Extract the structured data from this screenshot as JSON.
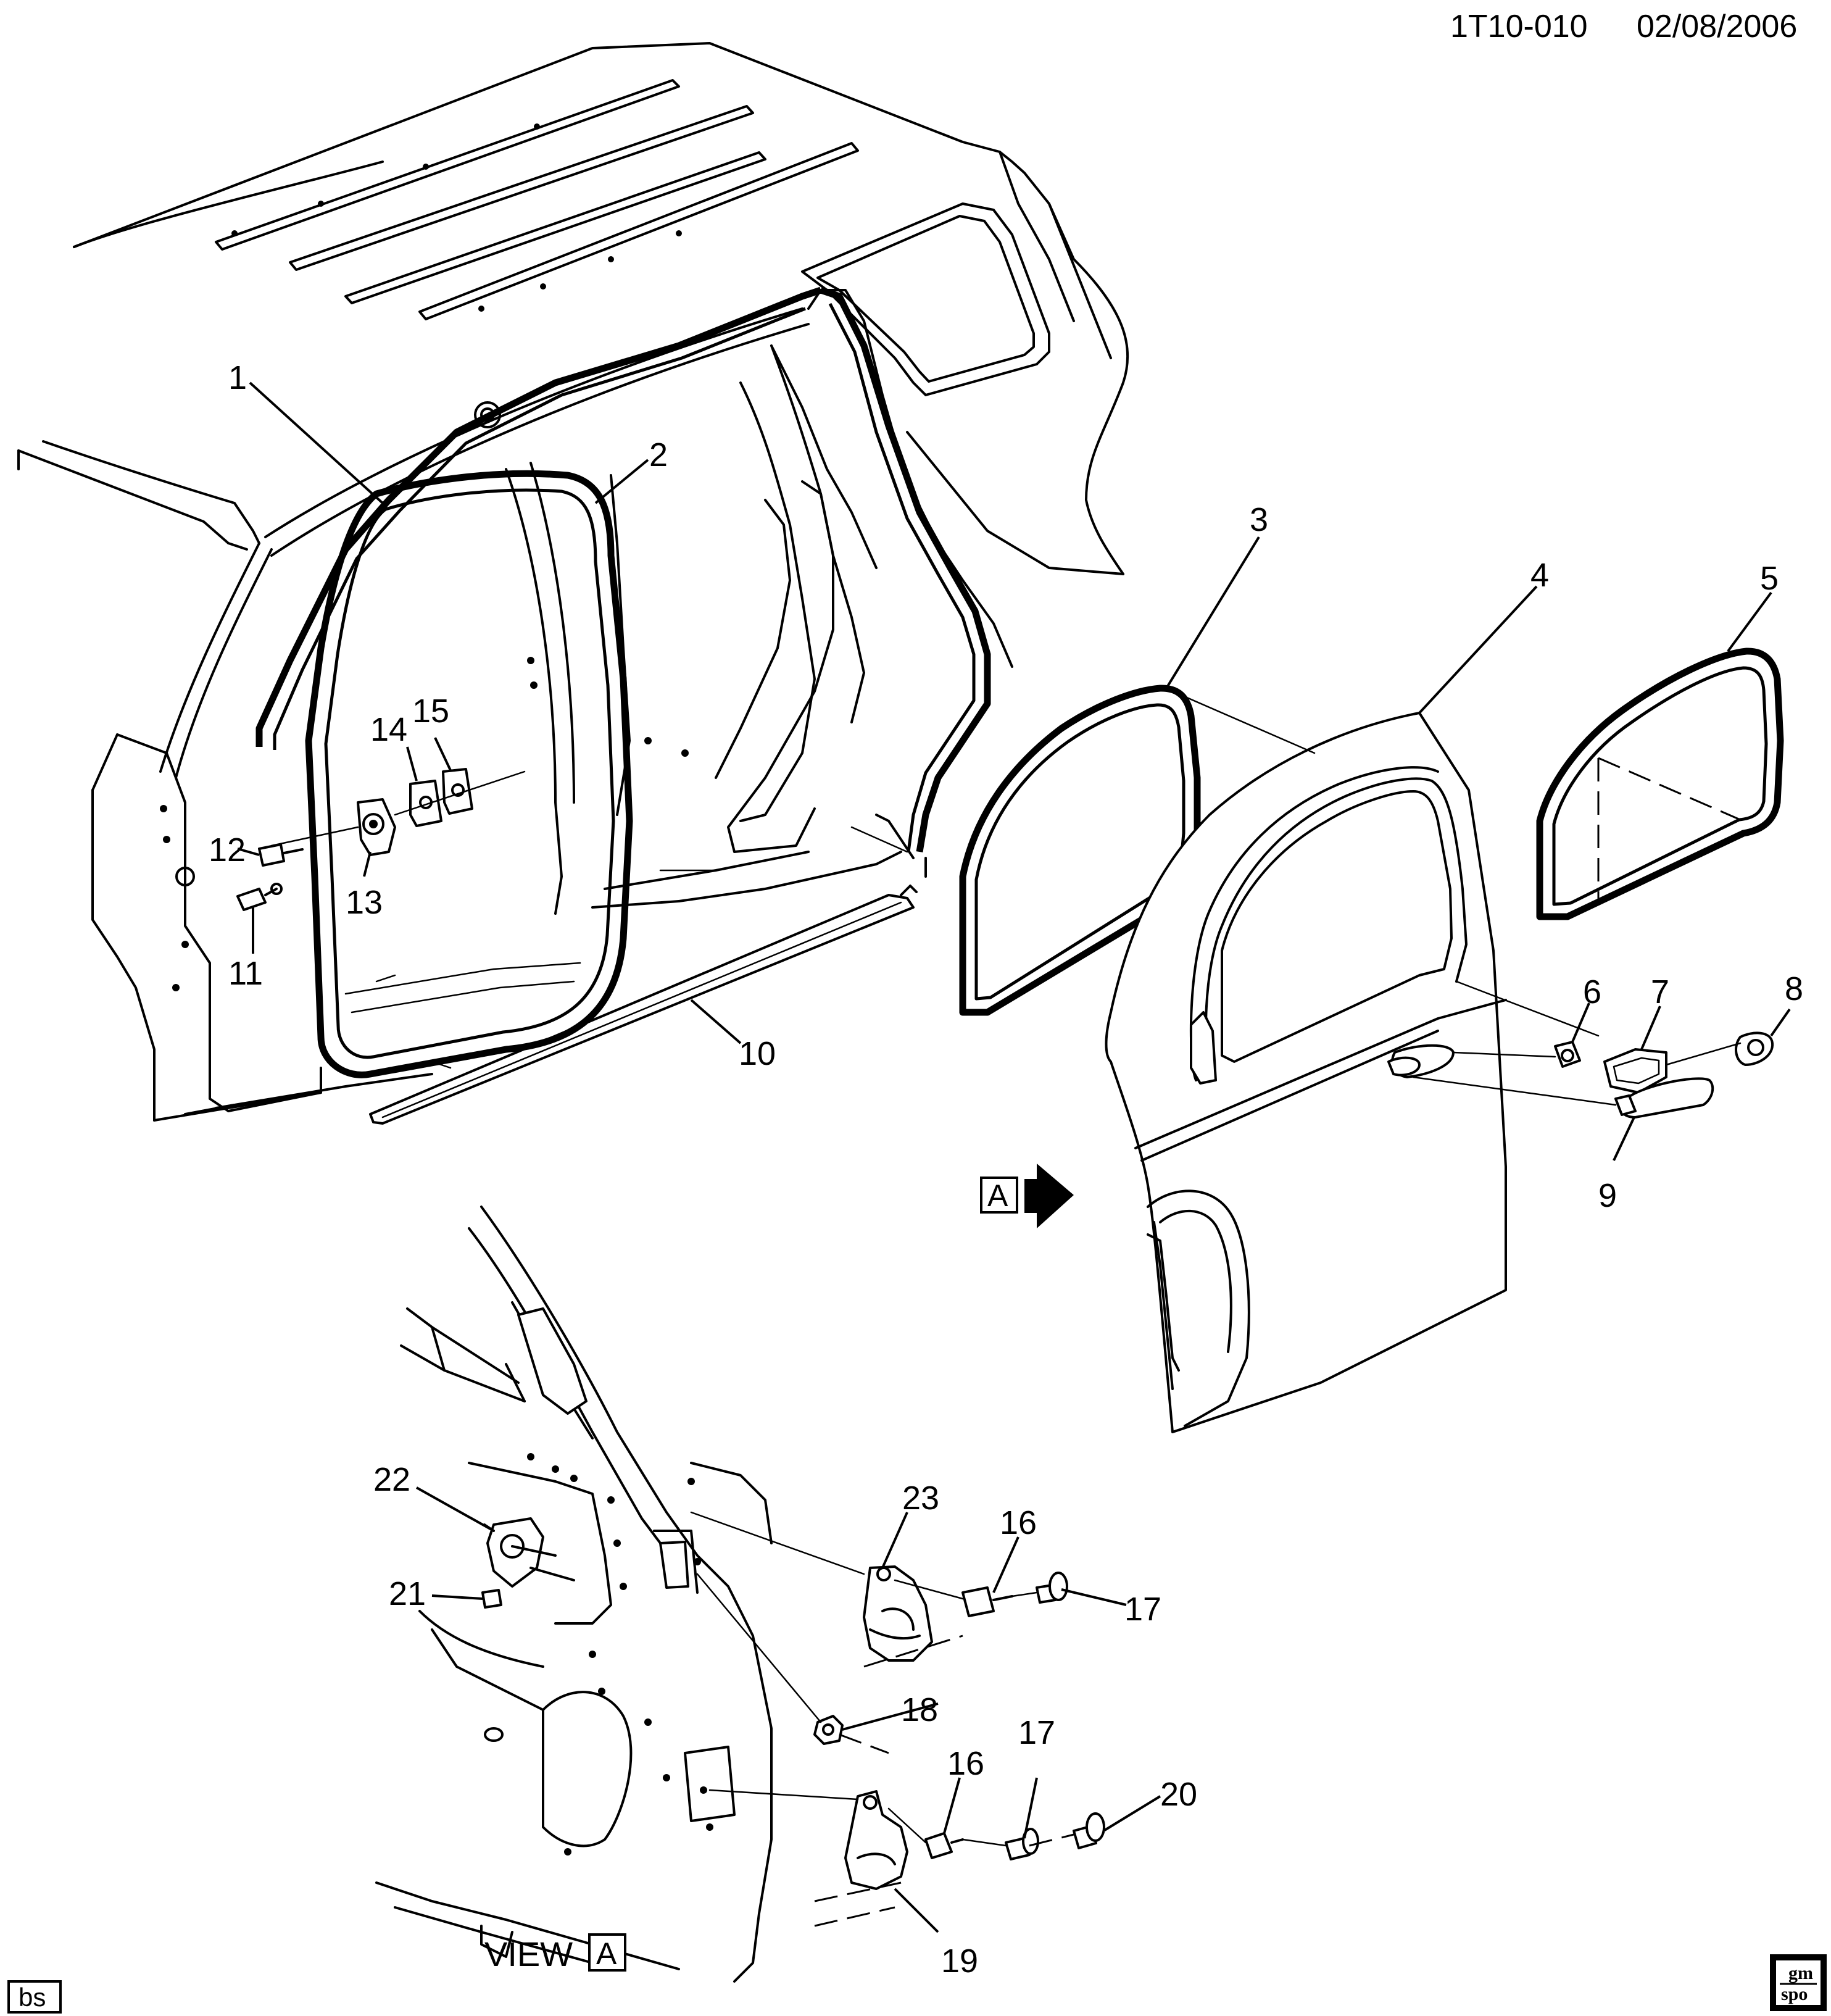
{
  "header": {
    "drawing_id": "1T10-010",
    "date": "02/08/2006"
  },
  "callouts": [
    "1",
    "2",
    "3",
    "4",
    "5",
    "6",
    "7",
    "8",
    "9",
    "10",
    "11",
    "12",
    "13",
    "14",
    "15",
    "16",
    "17",
    "18",
    "16",
    "17",
    "20",
    "21",
    "22",
    "23",
    "19"
  ],
  "view_indicator": {
    "letter": "A"
  },
  "view_caption": {
    "word": "VIEW",
    "letter": "A"
  },
  "corner_tag": "bs",
  "logo": {
    "line1": "gm",
    "line2": "spo"
  }
}
